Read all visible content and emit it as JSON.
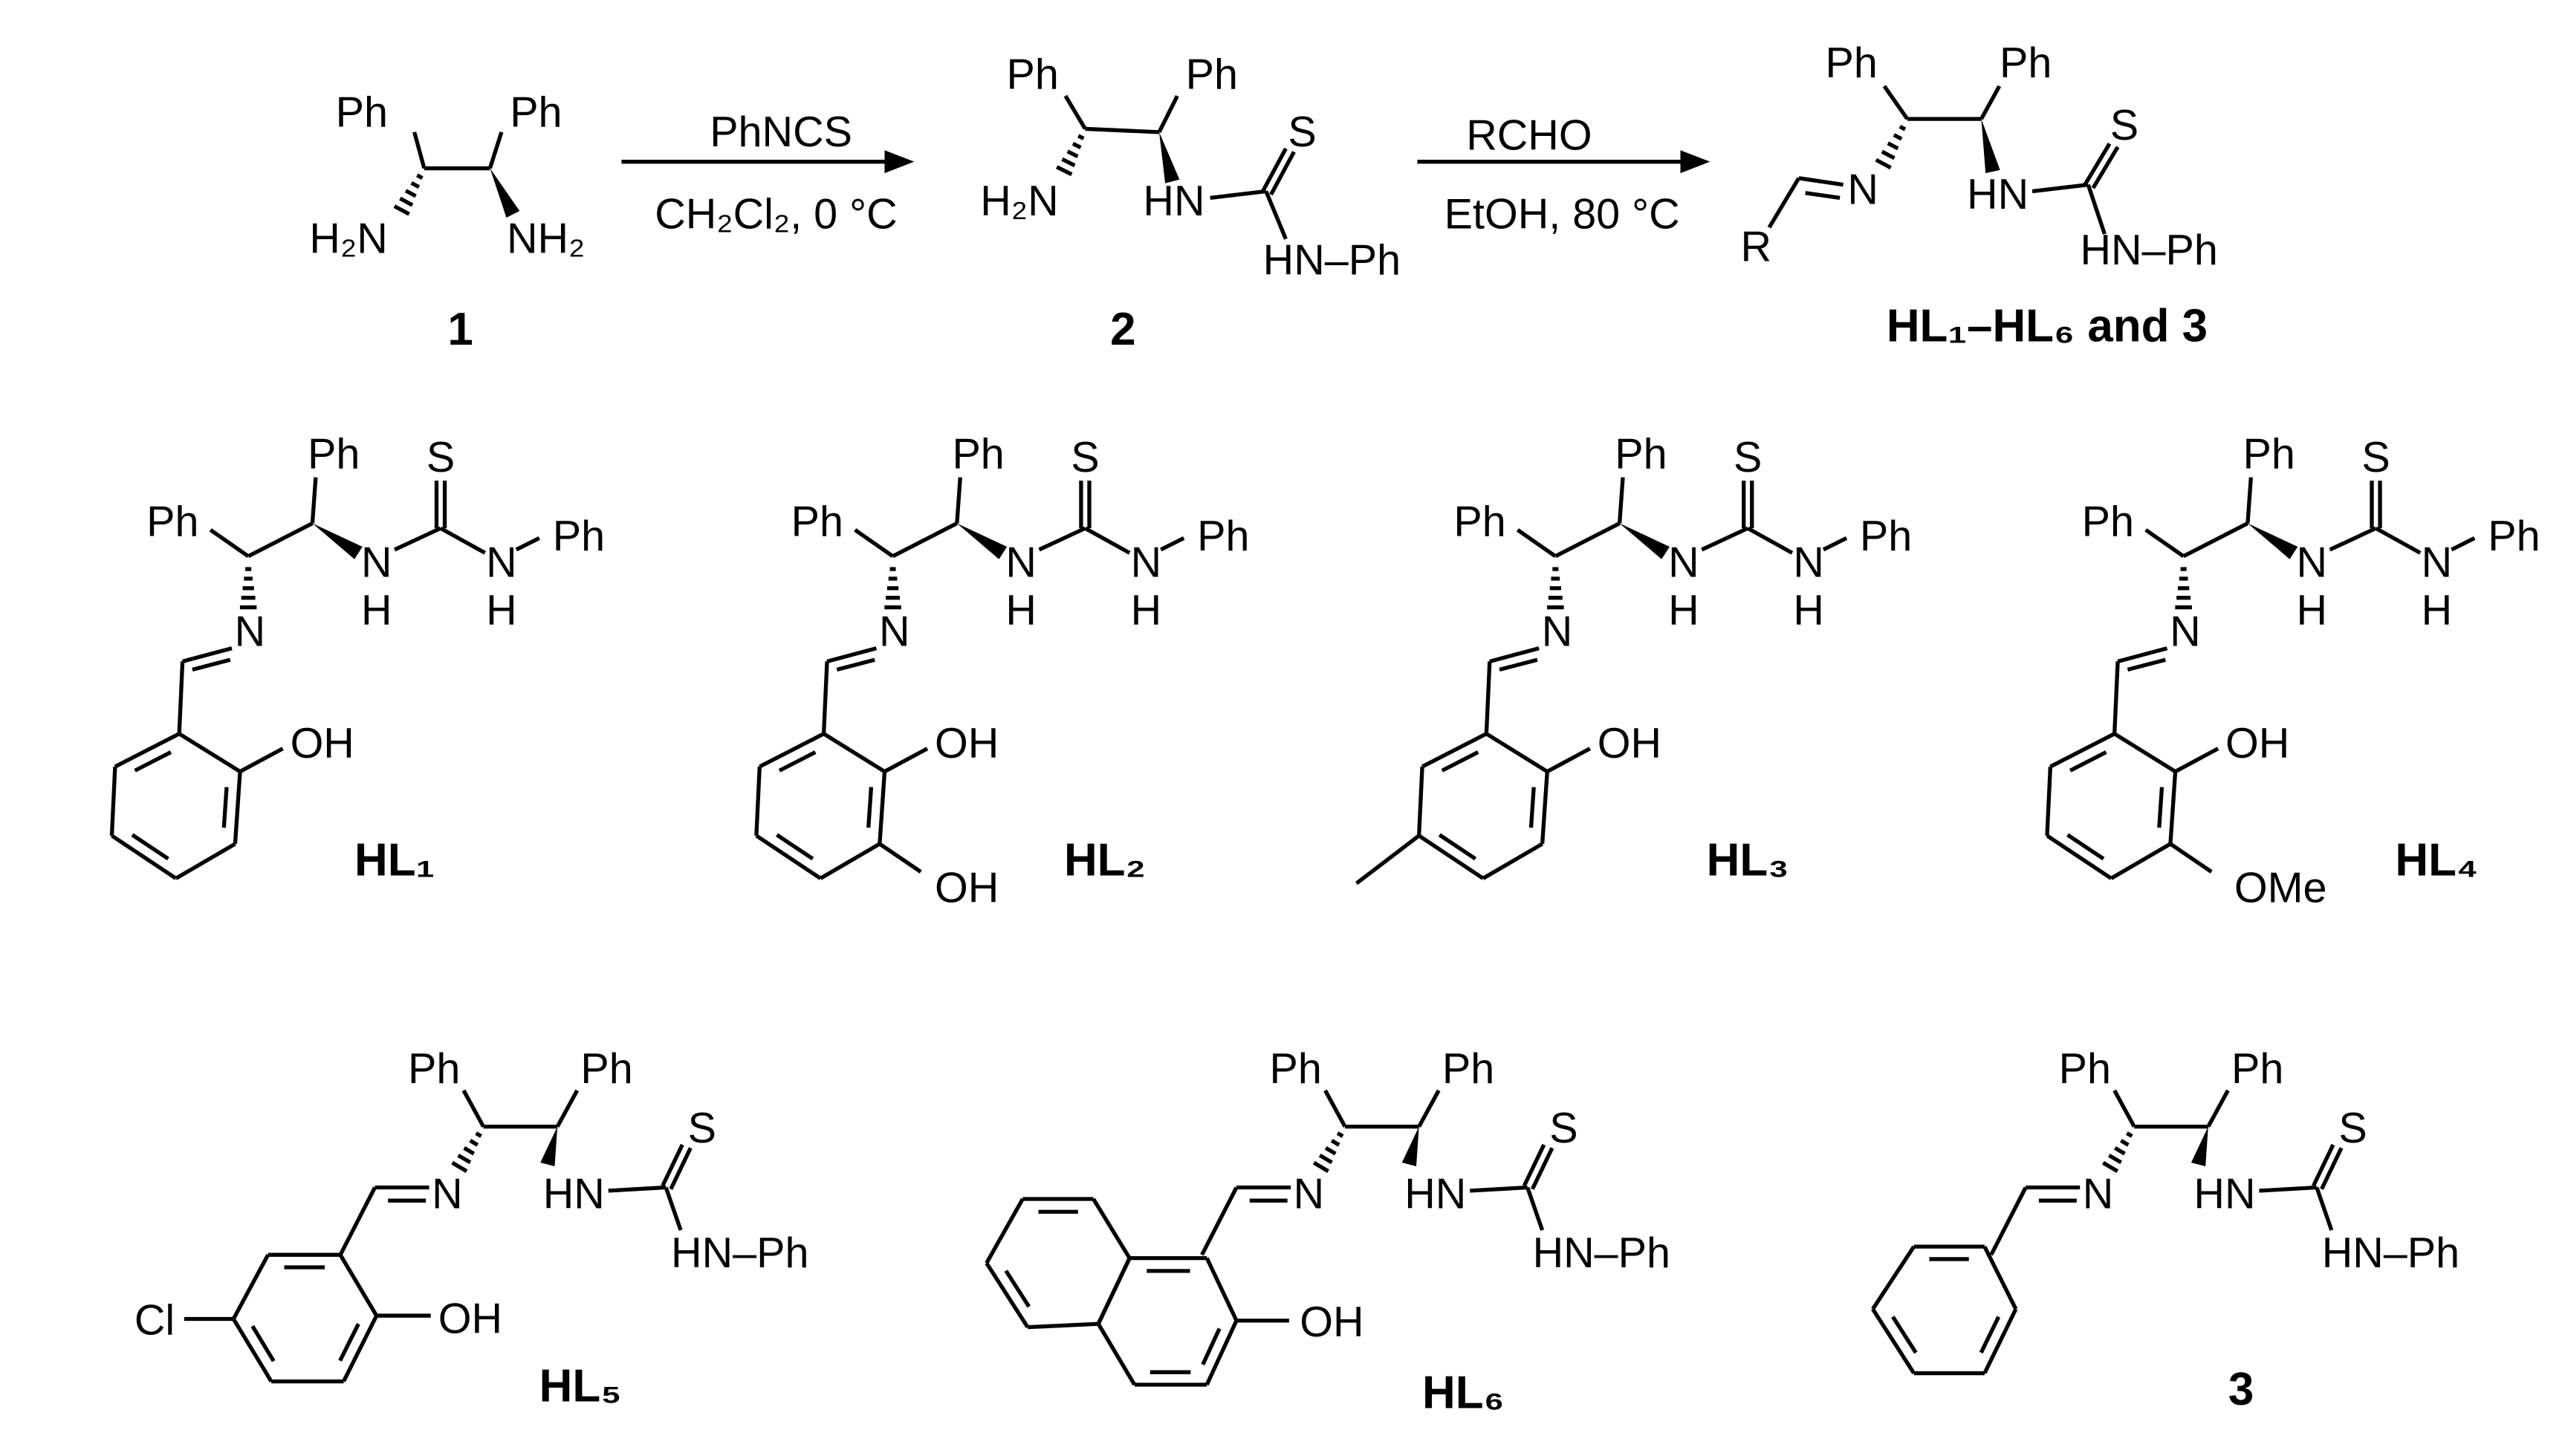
{
  "colors": {
    "ink": "#000000",
    "background": "#ffffff"
  },
  "reaction": {
    "compound_1": {
      "label": "1",
      "ph_left": "Ph",
      "ph_right": "Ph",
      "amine_left": "H₂N",
      "amine_right": "NH₂"
    },
    "arrow_1": {
      "reagent": "PhNCS",
      "conditions": "CH₂Cl₂, 0 °C"
    },
    "compound_2": {
      "label": "2",
      "ph_left": "Ph",
      "ph_right": "Ph",
      "amine": "H₂N",
      "thiourea_nh": "HN",
      "sulfur": "S",
      "nh_ph": "HN–Ph"
    },
    "arrow_2": {
      "reagent": "RCHO",
      "conditions": "EtOH, 80 °C"
    },
    "product": {
      "label": "HL₁–HL₆ and 3",
      "ph_left": "Ph",
      "ph_right": "Ph",
      "imine_n": "N",
      "r_group": "R",
      "thiourea_nh": "HN",
      "sulfur": "S",
      "nh_ph": "HN–Ph"
    }
  },
  "core_top": {
    "ph": "Ph",
    "sulfur": "S",
    "n": "N",
    "h": "H"
  },
  "core_bottom": {
    "ph": "Ph",
    "sulfur": "S",
    "imine_n": "N",
    "thiourea_nh": "HN",
    "nh_ph": "HN–Ph"
  },
  "ligands": [
    {
      "label": "HL₁",
      "oh": "OH"
    },
    {
      "label": "HL₂",
      "oh": "OH",
      "oh_2": "OH"
    },
    {
      "label": "HL₃",
      "oh": "OH"
    },
    {
      "label": "HL₄",
      "oh": "OH",
      "ome": "OMe"
    },
    {
      "label": "HL₅",
      "oh": "OH",
      "cl": "Cl"
    },
    {
      "label": "HL₆",
      "oh": "OH"
    },
    {
      "label": "3"
    }
  ]
}
